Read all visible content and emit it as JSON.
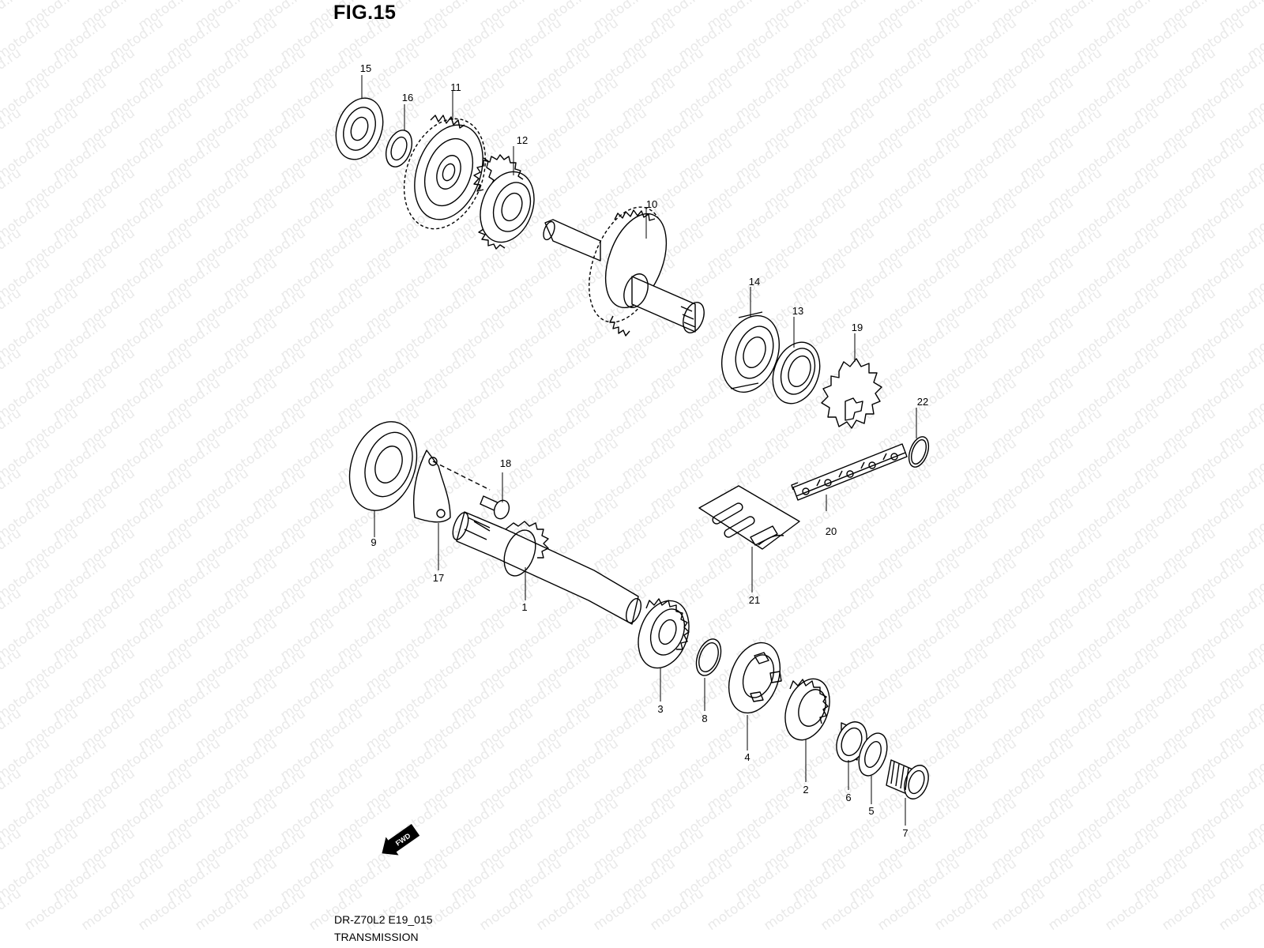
{
  "figure": {
    "title": "FIG.15"
  },
  "footer": {
    "code": "DR-Z70L2 E19_015",
    "name": "TRANSMISSION"
  },
  "watermark": {
    "text": "motod.ru"
  },
  "fwd_badge": "FWD",
  "callouts": {
    "p1": "1",
    "p2": "2",
    "p3": "3",
    "p4": "4",
    "p5": "5",
    "p6": "6",
    "p7": "7",
    "p8": "8",
    "p9": "9",
    "p10": "10",
    "p11": "11",
    "p12": "12",
    "p13": "13",
    "p14": "14",
    "p15": "15",
    "p16": "16",
    "p17": "17",
    "p18": "18",
    "p19": "19",
    "p20": "20",
    "p21": "21",
    "p22": "22"
  },
  "colors": {
    "line": "#000000",
    "watermark": "#e9e9e9",
    "background": "#ffffff"
  }
}
